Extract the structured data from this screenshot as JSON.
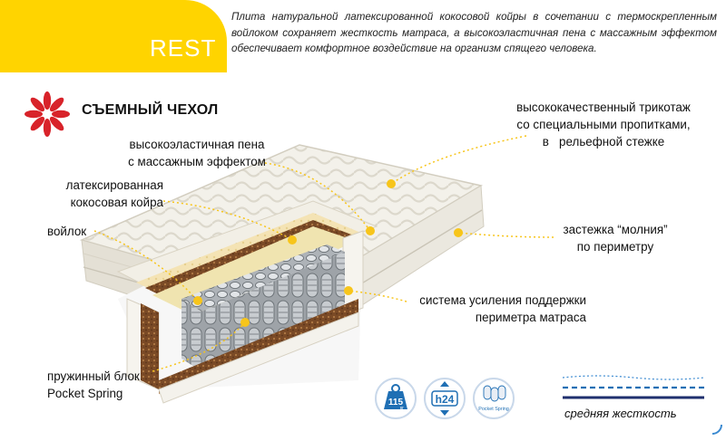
{
  "logo": {
    "label": "REST"
  },
  "description": "Плита натуральной латексированной кокосовой койры в сочетании с термоскрепленным войлоком сохраняет жесткость матраса, а высокоэластичная пена с массажным эффектом обеспечивает комфортное воздействие на организм спящего человека.",
  "cover_title": "СЪЕМНЫЙ ЧЕХОЛ",
  "labels": {
    "foam": [
      "высокоэластичная пена",
      "с массажным эффектом"
    ],
    "coir": [
      "латексированная",
      "кокосовая койра"
    ],
    "felt": "войлок",
    "spring_block": [
      "пружинный блок",
      "Pocket Spring"
    ],
    "knit": [
      "высококачественный трикотаж",
      "со специальными пропитками,",
      "в   рельефной стежке"
    ],
    "zipper": [
      "застежка “молния”",
      "по периметру"
    ],
    "support": [
      "система усиления поддержки",
      "периметра матраса"
    ]
  },
  "icons": {
    "weight": {
      "value": "115",
      "unit": "кг"
    },
    "height": {
      "value": "h24"
    },
    "pocket": {
      "label": "Pocket Spring"
    }
  },
  "firmness": {
    "label": "средняя жесткость"
  },
  "colors": {
    "accent_yellow": "#ffd400",
    "asterisk_red": "#d8232a",
    "icon_blue": "#1f6fb4",
    "dot_yellow": "#f7c51b",
    "line_navy": "#1e2f6e"
  }
}
